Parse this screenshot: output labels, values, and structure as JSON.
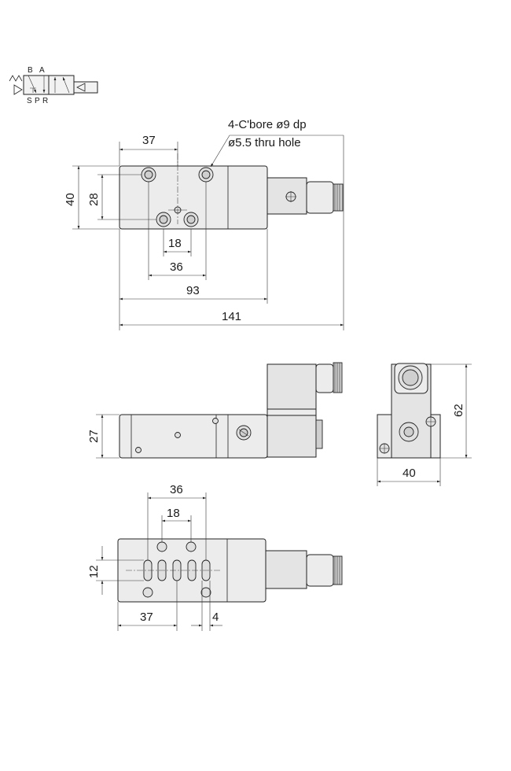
{
  "symbol": {
    "port_b": "B",
    "port_a": "A",
    "port_s": "S",
    "port_p": "P",
    "port_r": "R"
  },
  "callout": {
    "line1": "4-C'bore ø9 dp",
    "line2": "ø5.5 thru hole"
  },
  "top_view": {
    "dim_37": "37",
    "dim_40": "40",
    "dim_28": "28",
    "dim_18": "18",
    "dim_36": "36",
    "dim_93": "93",
    "dim_141": "141"
  },
  "side_view": {
    "dim_27": "27"
  },
  "end_view": {
    "dim_62": "62",
    "dim_40": "40"
  },
  "bottom_view": {
    "dim_36": "36",
    "dim_18": "18",
    "dim_12": "12",
    "dim_37": "37",
    "dim_4": "4"
  }
}
